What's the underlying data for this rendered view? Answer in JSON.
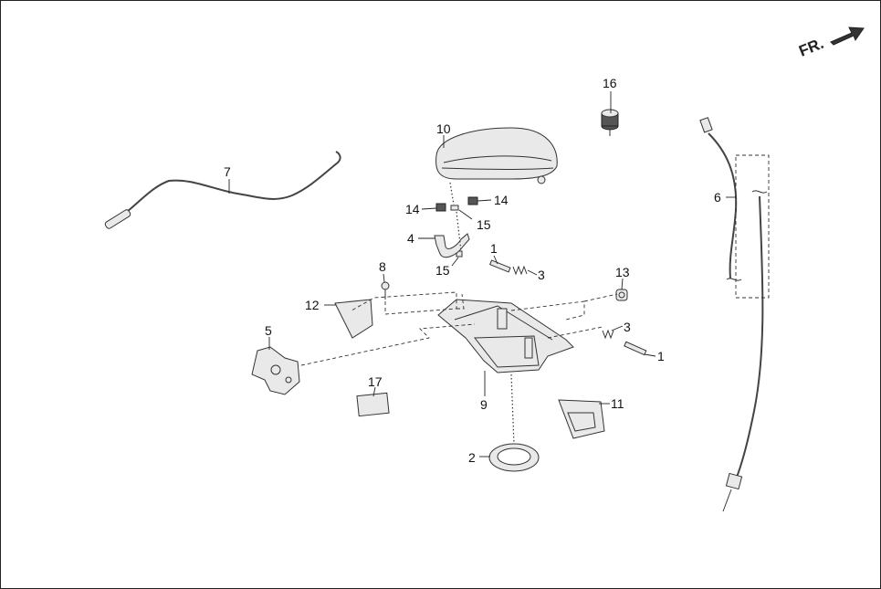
{
  "direction": {
    "label": "FR."
  },
  "callouts": {
    "c1a": "1",
    "c1b": "1",
    "c2": "2",
    "c3a": "3",
    "c3b": "3",
    "c4": "4",
    "c5": "5",
    "c6": "6",
    "c7": "7",
    "c8": "8",
    "c9": "9",
    "c10": "10",
    "c11": "11",
    "c12": "12",
    "c13": "13",
    "c14a": "14",
    "c14b": "14",
    "c15a": "15",
    "c15b": "15",
    "c16": "16",
    "c17": "17"
  },
  "colors": {
    "line": "#333333",
    "part_fill": "#e9e9e9",
    "frame": "#222222"
  }
}
